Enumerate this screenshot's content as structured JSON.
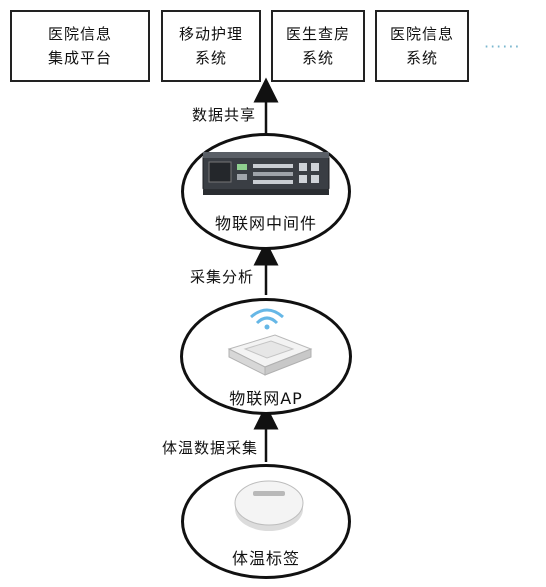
{
  "systems": [
    {
      "label": "医院信息\n集成平台"
    },
    {
      "label": "移动护理\n系统"
    },
    {
      "label": "医生查房\n系统"
    },
    {
      "label": "医院信息\n系统"
    }
  ],
  "more_indicator": "······",
  "edges": {
    "share": "数据共享",
    "collect_analyze": "采集分析",
    "temp_collect": "体温数据采集"
  },
  "nodes": {
    "middleware": {
      "label": "物联网中间件",
      "icon": "server-rack-icon"
    },
    "ap": {
      "label": "物联网AP",
      "icon": "wireless-access-point-icon"
    },
    "tag": {
      "label": "体温标签",
      "icon": "temperature-tag-icon"
    }
  }
}
